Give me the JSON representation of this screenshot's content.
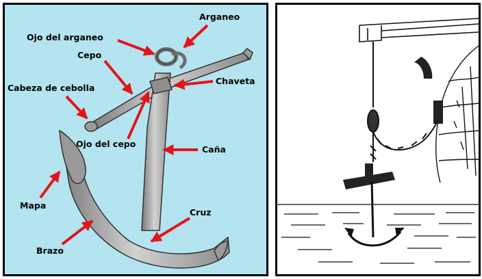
{
  "diagram": {
    "labels": {
      "arganeo": "Arganeo",
      "ojo_arganeo": "Ojo del arganeo",
      "cepo": "Cepo",
      "chaveta": "Chaveta",
      "cabeza_cebolla": "Cabeza de cebolla",
      "ojo_cepo": "Ojo del cepo",
      "cana": "Caña",
      "mapa": "Mapa",
      "cruz": "Cruz",
      "brazo": "Brazo"
    },
    "colors": {
      "background": "#b4e4ef",
      "arrow": "#e4141b",
      "metal": "#a9a9a9",
      "metal_dark": "#6e6e6e",
      "outline": "#000000"
    }
  }
}
